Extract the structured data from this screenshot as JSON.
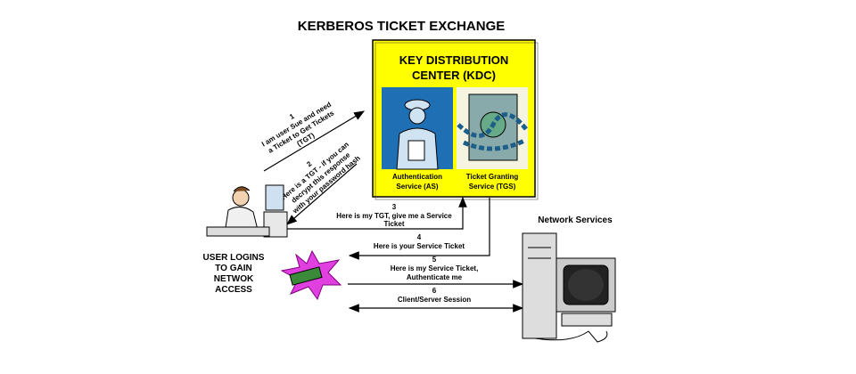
{
  "title": "KERBEROS TICKET EXCHANGE",
  "kdc": {
    "line1": "KEY DISTRIBUTION",
    "line2": "CENTER (KDC)",
    "color": "#ffff00",
    "as": {
      "line1": "Authentication",
      "line2": "Service (AS)"
    },
    "tgs": {
      "line1": "Ticket Granting",
      "line2": "Service (TGS)"
    }
  },
  "user": {
    "lines": [
      "USER LOGINS",
      "TO GAIN",
      "NETWOK",
      "ACCESS"
    ]
  },
  "network_label": "Network Services",
  "steps": [
    {
      "num": "1",
      "lines": [
        "I am user Sue and need",
        "a Ticket to Get Tickets",
        "(TGT)"
      ]
    },
    {
      "num": "2",
      "lines": [
        "Here is a TGT - if you can",
        "decrypt this response",
        "with your password hash"
      ]
    },
    {
      "num": "3",
      "lines": [
        "Here is my TGT, give me a Service",
        "Ticket"
      ]
    },
    {
      "num": "4",
      "lines": [
        "Here is your Service Ticket"
      ]
    },
    {
      "num": "5",
      "lines": [
        "Here is my Service Ticket,",
        "Authenticate me"
      ]
    },
    {
      "num": "6",
      "lines": [
        "Client/Server Session"
      ]
    }
  ]
}
